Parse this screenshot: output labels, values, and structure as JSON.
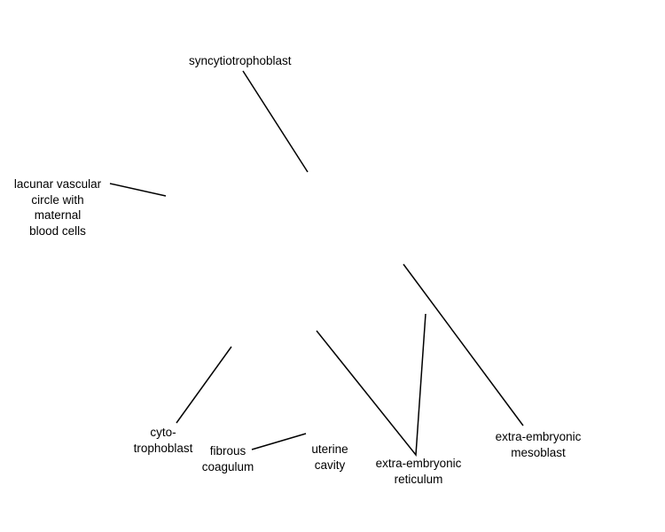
{
  "labels": {
    "syncytiotrophoblast": "syncytiotrophoblast",
    "lacunar": [
      "lacunar vascular",
      "circle with",
      "maternal",
      "blood cells"
    ],
    "cytotrophoblast": [
      "cyto-",
      "trophoblast"
    ],
    "fibrous_coagulum": [
      "fibrous",
      "coagulum"
    ],
    "uterine_cavity": [
      "uterine",
      "cavity"
    ],
    "extra_embryonic_reticulum": [
      "extra-embryonic",
      "reticulum"
    ],
    "extra_embryonic_mesoblast": [
      "extra-embryonic",
      "mesoblast"
    ]
  }
}
